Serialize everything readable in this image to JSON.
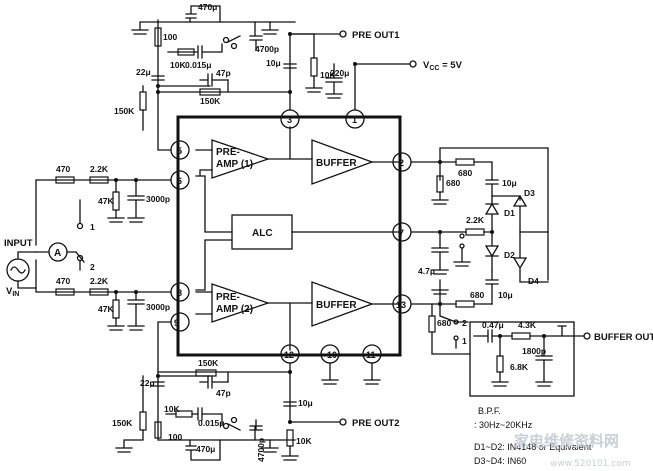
{
  "blocks": {
    "preamp1": [
      "PRE-",
      "AMP (1)"
    ],
    "preamp2": [
      "PRE-",
      "AMP (2)"
    ],
    "buffer1": "BUFFER",
    "buffer2": "BUFFER",
    "alc": "ALC"
  },
  "pins": [
    "1",
    "2",
    "3",
    "5",
    "6",
    "7",
    "8",
    "9",
    "10",
    "11",
    "12",
    "13"
  ],
  "outputs": {
    "pre_out1": "PRE OUT1",
    "pre_out2": "PRE OUT2",
    "buffer_out": "BUFFER OUT",
    "vcc": "V",
    "vcc_sub": "CC",
    "vcc_val": " = 5V"
  },
  "input": {
    "label": "INPUT",
    "vin": "V",
    "vin_sub": "IN",
    "meter": "A",
    "sw1": "1",
    "sw2": "2"
  },
  "components": {
    "c470u_top": "470μ",
    "r100_top": "100",
    "c0015_top": "0.015μ",
    "c4700p_top": "4700p",
    "r10k_top": "10K",
    "c22u_top": "22μ",
    "c47p_top": "47p",
    "r150k_top_h": "150K",
    "r150k_top_v": "150K",
    "c10u_top": "10μ",
    "r10k_top2": "10K",
    "c220u": "220μ",
    "r470_a": "470",
    "r22k_a": "2.2K",
    "r47k_a": "47K",
    "c3000p_a": "3000p",
    "r470_b": "470",
    "r22k_b": "2.2K",
    "r47k_b": "47K",
    "c3000p_b": "3000p",
    "r680_a": "680",
    "r680_b": "680",
    "c10u_d": "10μ",
    "d3": "D3",
    "d1": "D1",
    "r22k_alc": "2.2K",
    "c47u_alc": "4.7μ",
    "d2": "D2",
    "d4": "D4",
    "c10u_d2": "10μ",
    "r680_c": "680",
    "r680_d": "680",
    "sw_o1": "1",
    "sw_o2": "2",
    "c047u": "0.47μ",
    "r43k": "4.3K",
    "c1800p": "1800p",
    "r68k": "6.8K",
    "c22u_bot": "22μ",
    "r150k_bot_h": "150K",
    "c47p_bot": "47p",
    "r10k_bot": "10K",
    "r150k_bot_v": "150K",
    "c0015_bot": "0.015μ",
    "r100_bot": "100",
    "c470u_bot": "470μ",
    "c4700p_bot": "4700p",
    "c10u_bot": "10μ",
    "r10k_bot2": "10K"
  },
  "notes": {
    "bpf": "B.P.F.",
    "bpf_range": ": 30Hz~20KHz",
    "d12": "D1~D2: IN4148 or Equivalent",
    "d34": "D3~D4: IN60"
  },
  "watermark": {
    "brand": "家电维修资料网",
    "site": "www.520101.com"
  }
}
